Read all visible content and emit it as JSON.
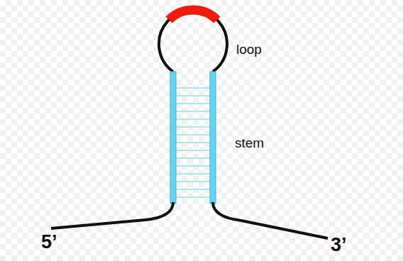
{
  "diagram": {
    "labels": [
      "loop",
      "stem",
      "5’",
      "3’"
    ]
  }
}
